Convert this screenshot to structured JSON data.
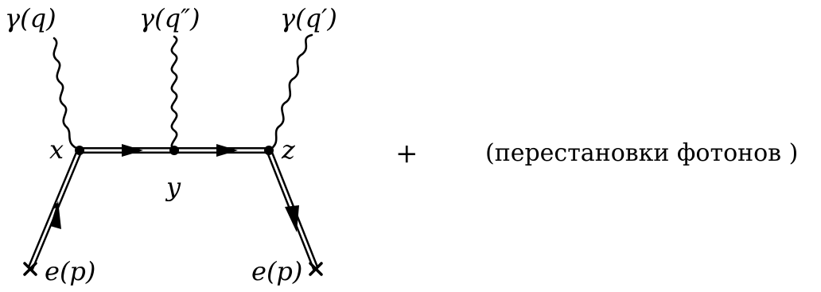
{
  "diagram": {
    "photons": {
      "left": "γ(q)",
      "middle": "γ(q″)",
      "right": "γ(q′)"
    },
    "vertices": {
      "x": "x",
      "y": "y",
      "z": "z"
    },
    "electrons": {
      "in": "e(p)",
      "out": "e(p)"
    },
    "plus": "+",
    "permutations": "(перестановки фотонов )"
  }
}
